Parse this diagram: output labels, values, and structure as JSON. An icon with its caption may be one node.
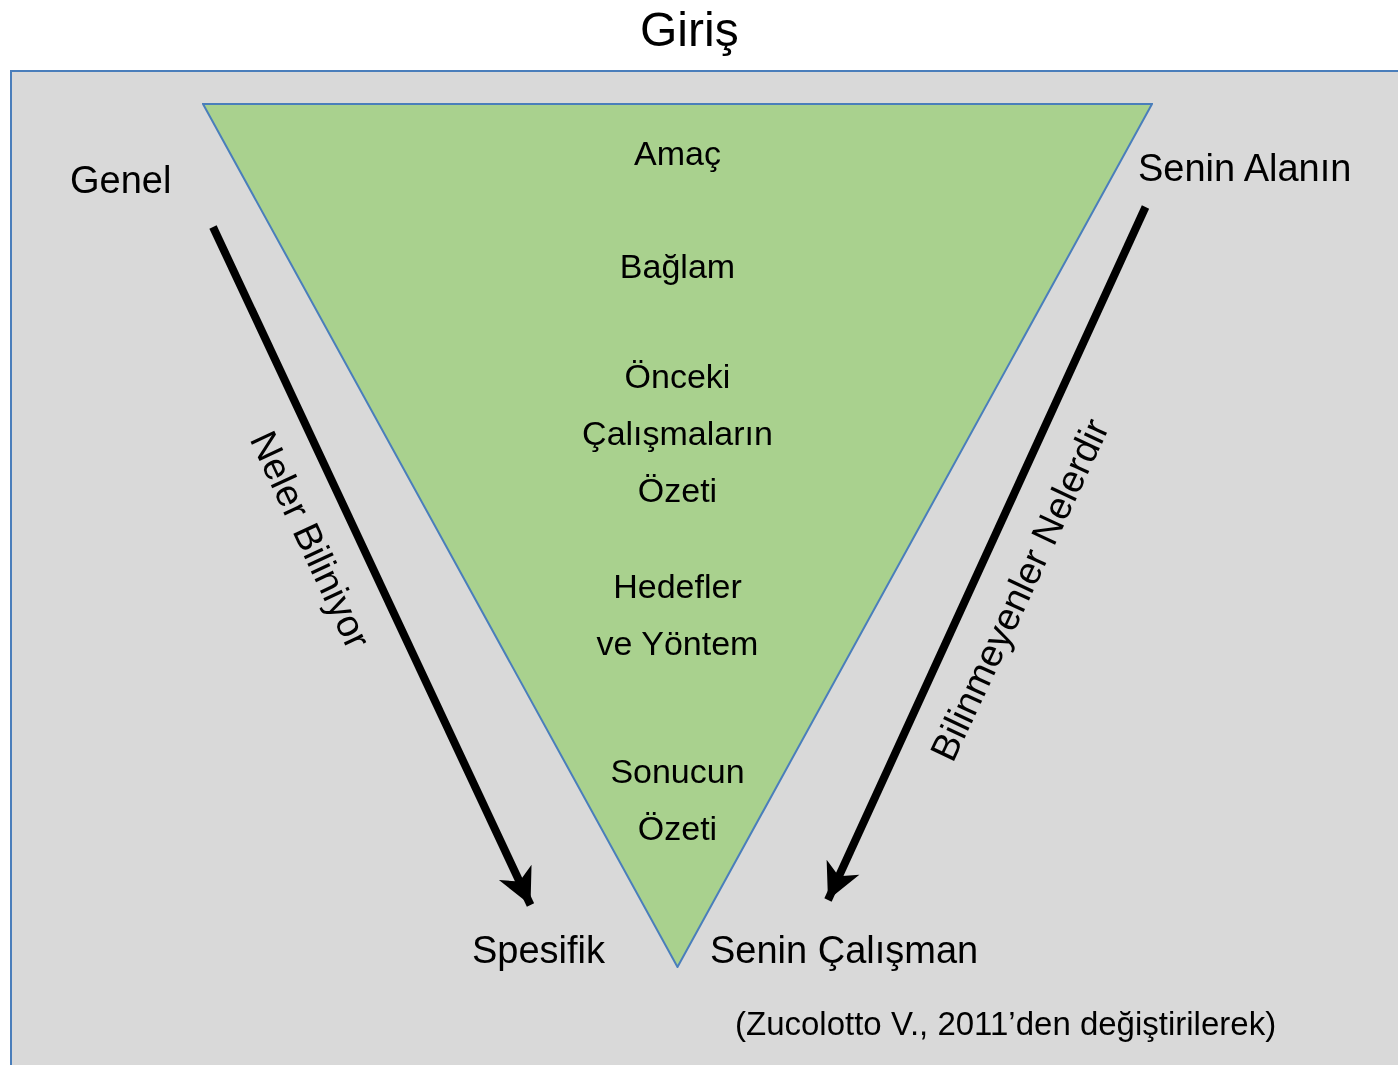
{
  "diagram": {
    "title": "Giriş",
    "caption": "(Zucolotto V., 2011’den değiştirilerek)",
    "nodes": [
      {
        "text": [
          "Amaç",
          "Bağlam",
          "Önceki Çalışmaların Özeti",
          "Hedefler ve Yöntem",
          "Sonucun Özeti"
        ]
      },
      {
        "text": [
          "Genel"
        ]
      },
      {
        "text": [
          "Spesifik"
        ]
      },
      {
        "text": [
          "Senin Alanın"
        ]
      },
      {
        "text": [
          "Senin Çalışman"
        ]
      }
    ],
    "edges": [
      {
        "from": 1,
        "to": 2,
        "arrow": "to",
        "label": "Neler Biliniyor"
      },
      {
        "from": 3,
        "to": 4,
        "arrow": "to",
        "label": "Bilinmeyenler Nelerdir"
      }
    ]
  }
}
